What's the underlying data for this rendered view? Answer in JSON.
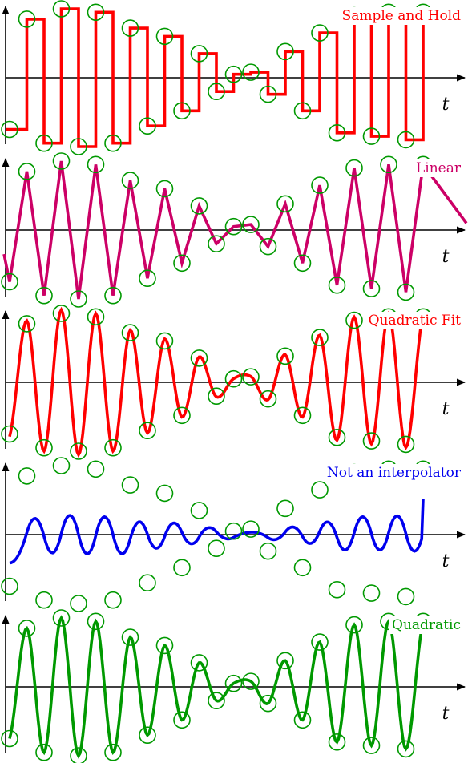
{
  "chart_data": [
    {
      "type": "line",
      "title": "Sample and Hold",
      "title_color": "#ff0000",
      "line_color": "#ff0000",
      "xlabel": "t",
      "sample_marker_color": "#009900",
      "samples": [
        -0.75,
        0.85,
        -0.95,
        1.0,
        -1.0,
        0.95,
        -0.95,
        0.72,
        -0.7,
        0.6,
        -0.48,
        0.35,
        -0.2,
        0.05,
        0.08,
        -0.24,
        0.38,
        -0.48,
        0.65,
        -0.8,
        0.9,
        -0.85,
        0.95,
        -0.9,
        0.95
      ]
    },
    {
      "type": "line",
      "title": "Linear",
      "title_color": "#cc0066",
      "line_color": "#cc0066",
      "xlabel": "t",
      "sample_marker_color": "#009900",
      "samples": [
        -0.75,
        0.85,
        -0.95,
        1.0,
        -1.0,
        0.95,
        -0.95,
        0.72,
        -0.7,
        0.6,
        -0.48,
        0.35,
        -0.2,
        0.05,
        0.08,
        -0.24,
        0.38,
        -0.48,
        0.65,
        -0.8,
        0.9,
        -0.85,
        0.95,
        -0.9,
        0.95
      ]
    },
    {
      "type": "line",
      "title": "Quadratic Fit",
      "title_color": "#ff0000",
      "line_color": "#ff0000",
      "xlabel": "t",
      "sample_marker_color": "#009900",
      "samples": [
        -0.75,
        0.85,
        -0.95,
        1.0,
        -1.0,
        0.95,
        -0.95,
        0.72,
        -0.7,
        0.6,
        -0.48,
        0.35,
        -0.2,
        0.05,
        0.08,
        -0.24,
        0.38,
        -0.48,
        0.65,
        -0.8,
        0.9,
        -0.85,
        0.95,
        -0.9,
        0.95
      ]
    },
    {
      "type": "line",
      "title": "Not an interpolator",
      "title_color": "#0000ee",
      "line_color": "#0000ee",
      "xlabel": "t",
      "sample_marker_color": "#009900",
      "samples": [
        -0.75,
        0.85,
        -0.95,
        1.0,
        -1.0,
        0.95,
        -0.95,
        0.72,
        -0.7,
        0.6,
        -0.48,
        0.35,
        -0.2,
        0.05,
        0.08,
        -0.24,
        0.38,
        -0.48,
        0.65,
        -0.8,
        0.9,
        -0.85,
        0.95,
        -0.9,
        0.95
      ]
    },
    {
      "type": "line",
      "title": "Quadratic",
      "title_color": "#009900",
      "line_color": "#009900",
      "xlabel": "t",
      "sample_marker_color": "#009900",
      "samples": [
        -0.75,
        0.85,
        -0.95,
        1.0,
        -1.0,
        0.95,
        -0.95,
        0.72,
        -0.7,
        0.6,
        -0.48,
        0.35,
        -0.2,
        0.05,
        0.08,
        -0.24,
        0.38,
        -0.48,
        0.65,
        -0.8,
        0.9,
        -0.85,
        0.95,
        -0.9,
        0.95
      ]
    }
  ]
}
